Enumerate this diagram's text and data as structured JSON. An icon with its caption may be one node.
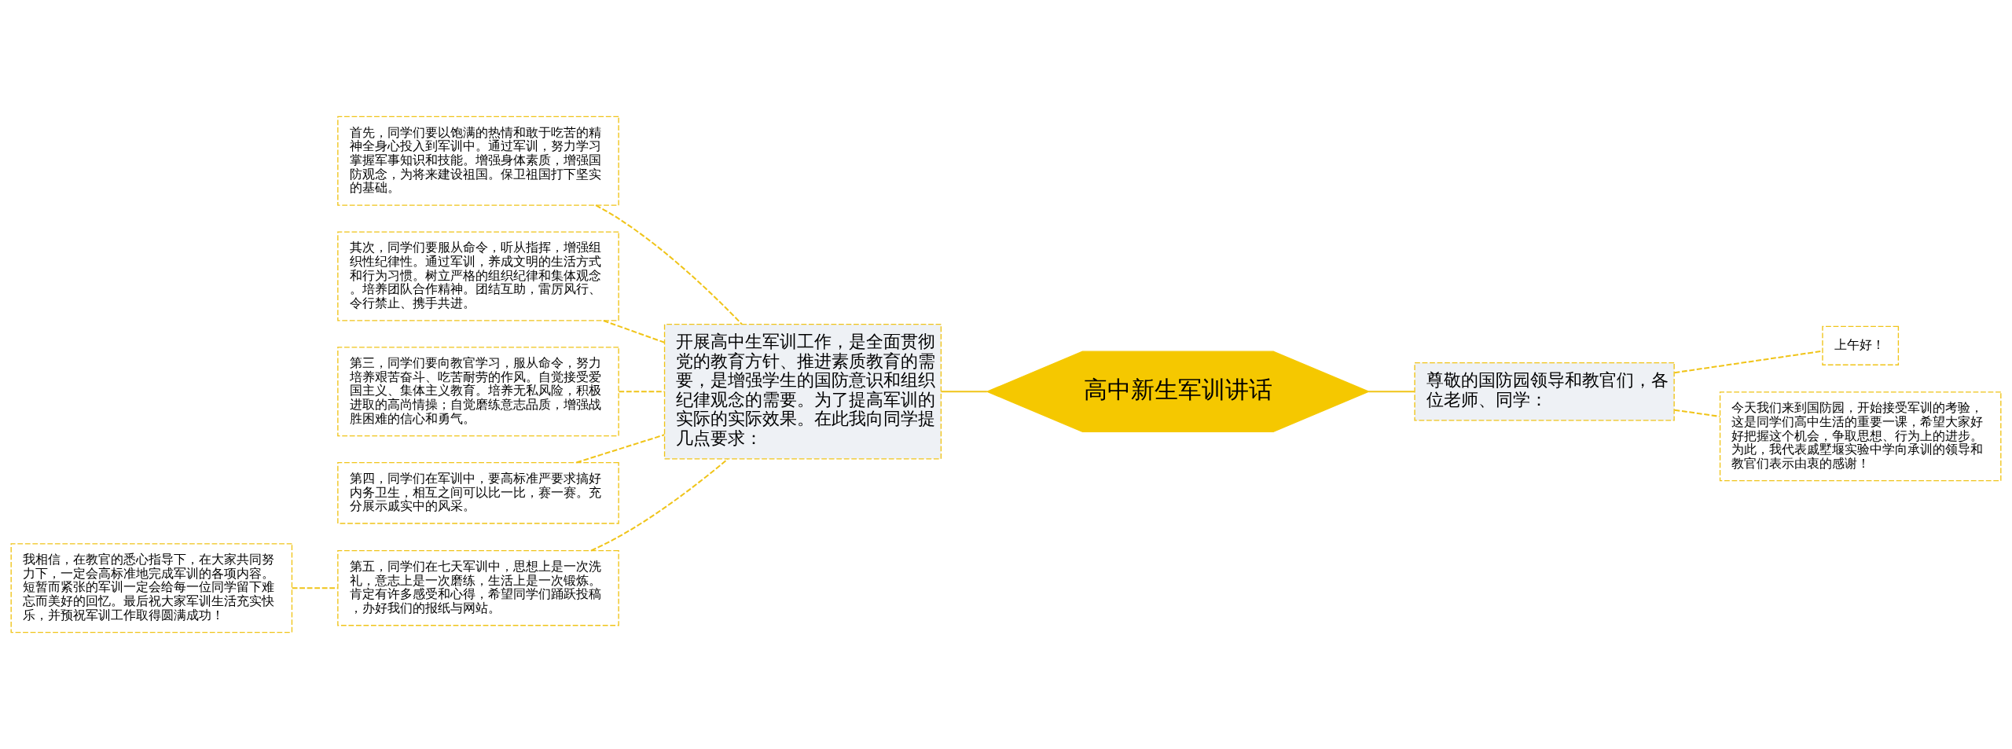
{
  "diagram": {
    "nodes": [
      {
        "text": [
          "高中新生军训讲话"
        ]
      },
      {
        "text": [
          "开展高中生军训工作，是全面贯彻党的教育方针、推进素质教育的需要，是增强学生的国防意识和组织纪律观念的需要。为了提高军训的实际的实际效果。在此我向同学提几点要求："
        ]
      },
      {
        "text": [
          "首先，同学们要以饱满的热情和敢于吃苦的精神全身心投入到军训中。通过军训，努力学习掌握军事知识和技能。增强身体素质，增强国防观念，为将来建设祖国。保卫祖国打下坚实的基础。"
        ]
      },
      {
        "text": [
          "其次，同学们要服从命令，听从指挥，增强组织性纪律性。通过军训，养成文明的生活方式和行为习惯。树立严格的组织纪律和集体观念。培养团队合作精神。团结互助，雷厉风行、令行禁止、携手共进。"
        ]
      },
      {
        "text": [
          "第三，同学们要向教官学习，服从命令，努力培养艰苦奋斗、吃苦耐劳的作风。自觉接受爱国主义、集体主义教育。培养无私风险，积极进取的高尚情操；自觉磨练意志品质，增强战胜困难的信心和勇气。"
        ]
      },
      {
        "text": [
          "第四，同学们在军训中，要高标准严要求搞好内务卫生，相互之间可以比一比，赛一赛。充分展示戚实中的风采。"
        ]
      },
      {
        "text": [
          "第五，同学们在七天军训中，思想上是一次洗礼，意志上是一次磨练，生活上是一次锻炼。肯定有许多感受和心得，希望同学们踊跃投稿，办好我们的报纸与网站。"
        ]
      },
      {
        "text": [
          "我相信，在教官的悉心指导下，在大家共同努力下，一定会高标准地完成军训的各项内容。短暂而紧张的军训一定会给每一位同学留下难忘而美好的回忆。最后祝大家军训生活充实快乐，并预祝军训工作取得圆满成功！"
        ]
      },
      {
        "text": [
          "尊敬的国防园领导和教官们，各位老师、同学："
        ]
      },
      {
        "text": [
          "上午好！"
        ]
      },
      {
        "text": [
          "今天我们来到国防园，开始接受军训的考验，这是同学们高中生活的重要一课，希望大家好好把握这个机会，争取思想、行为上的进步。为此，我代表戚墅堰实验中学向承训的领导和教官们表示由衷的感谢！"
        ]
      }
    ],
    "edges": [
      {
        "from": 1,
        "to": 0,
        "arrow": "none"
      },
      {
        "from": 2,
        "to": 1,
        "arrow": "none",
        "style": "dashed"
      },
      {
        "from": 3,
        "to": 1,
        "arrow": "none",
        "style": "dashed"
      },
      {
        "from": 4,
        "to": 1,
        "arrow": "none",
        "style": "dashed"
      },
      {
        "from": 5,
        "to": 1,
        "arrow": "none",
        "style": "dashed"
      },
      {
        "from": 6,
        "to": 1,
        "arrow": "none",
        "style": "dashed"
      },
      {
        "from": 7,
        "to": 6,
        "arrow": "none",
        "style": "dashed"
      },
      {
        "from": 0,
        "to": 8,
        "arrow": "none"
      },
      {
        "from": 8,
        "to": 9,
        "arrow": "none",
        "style": "dashed"
      },
      {
        "from": 8,
        "to": 10,
        "arrow": "none",
        "style": "dashed"
      }
    ]
  }
}
